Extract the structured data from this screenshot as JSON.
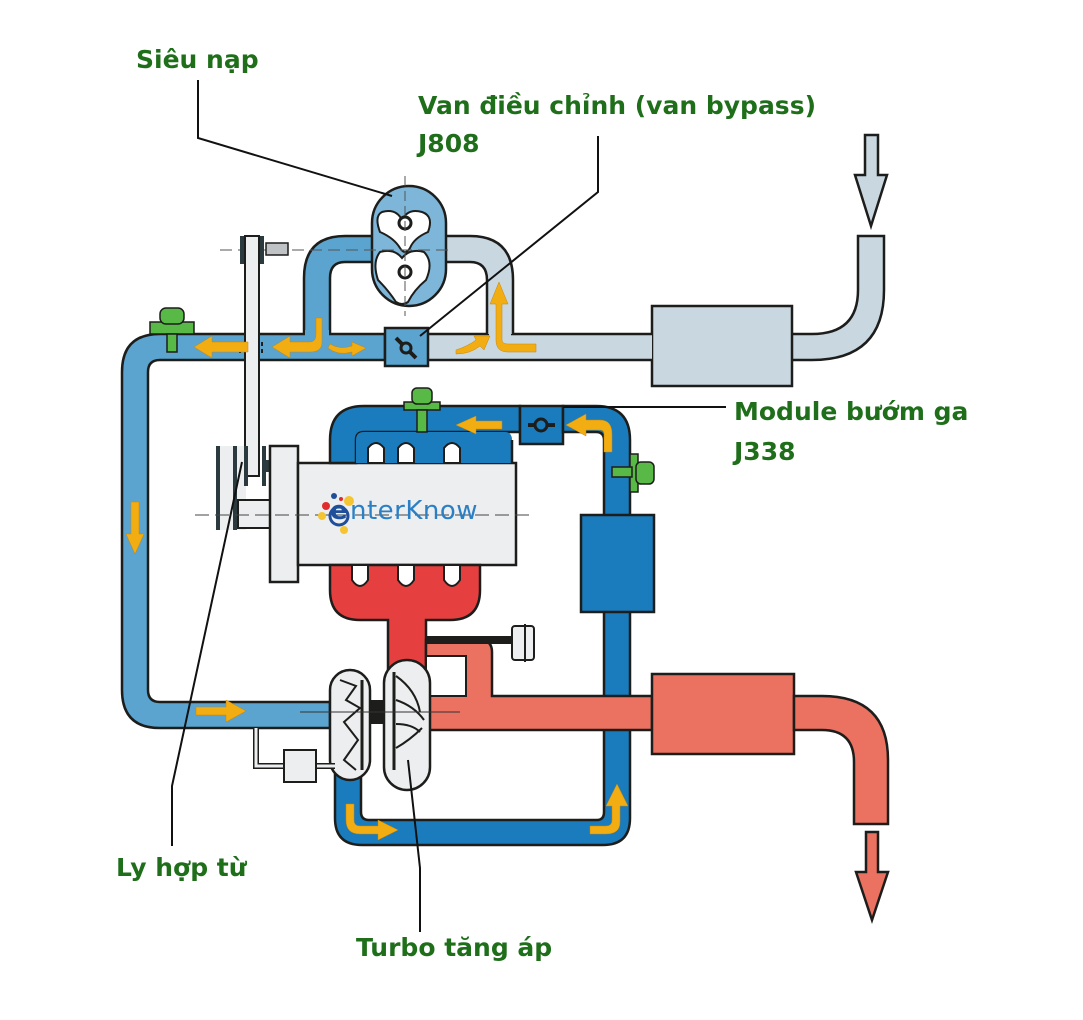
{
  "title": "Turbo + supercharger intake system diagram",
  "labels": {
    "supercharger": "Siêu nạp",
    "bypass_valve_line1": "Van điều chỉnh (van bypass)",
    "bypass_valve_line2": "J808",
    "throttle_module_line1": "Module bướm ga",
    "throttle_module_line2": "J338",
    "magnetic_clutch": "Ly hợp từ",
    "turbocharger": "Turbo tăng áp"
  },
  "logo": {
    "text": "nterKnow",
    "initial": "e"
  },
  "colors": {
    "label_green": "#1e6e1a",
    "fresh_air": "#c8d7e0",
    "low_boost_air": "#5aa4cf",
    "charged_air": "#1a7cbd",
    "exhaust_hot": "#e5403f",
    "exhaust": "#eb7160",
    "flow_arrow": "#f2ad13",
    "sensor": "#58b947",
    "engine_block": "#eceef0",
    "outline": "#1d1d1b"
  },
  "components": [
    "supercharger",
    "bypass-valve-J808",
    "air-filter",
    "throttle-module-J338",
    "intake-manifold",
    "engine-block",
    "exhaust-manifold",
    "turbocharger",
    "intercooler",
    "muffler",
    "magnetic-clutch",
    "wastegate-actuator",
    "pressure-sensors"
  ]
}
